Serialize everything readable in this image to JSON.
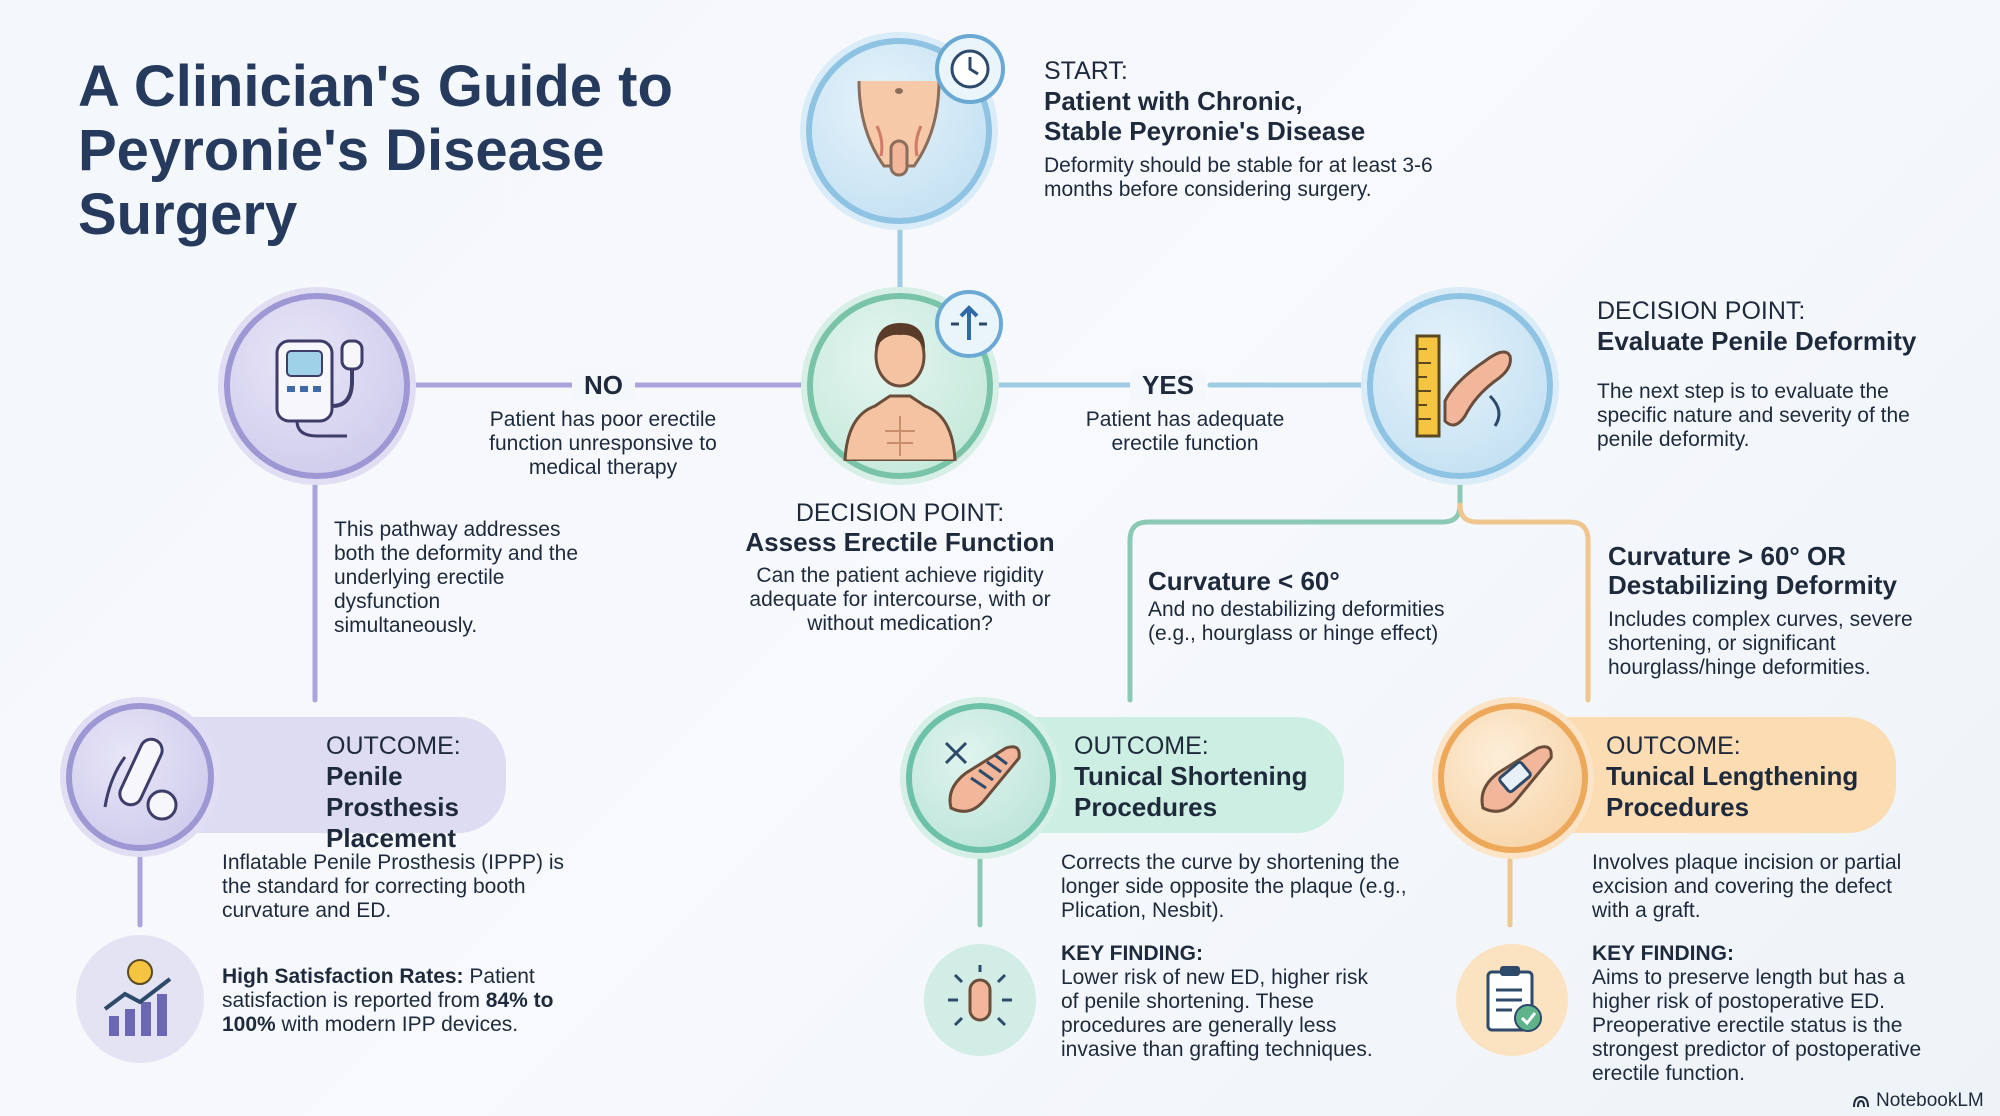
{
  "title": "A Clinician's Guide to Peyronie's Disease Surgery",
  "start": {
    "label": "START:",
    "title_line1": "Patient with Chronic,",
    "title_line2": "Stable Peyronie's Disease",
    "desc": "Deformity should be stable for at least 3-6 months before considering surgery."
  },
  "assess": {
    "label": "DECISION POINT:",
    "title": "Assess Erectile Function",
    "desc": "Can the patient achieve rigidity adequate for intercourse, with or without medication?"
  },
  "no_branch": {
    "label": "NO",
    "desc": "Patient has poor erectile function unresponsive to medical therapy"
  },
  "yes_branch": {
    "label": "YES",
    "desc": "Patient has adequate erectile function"
  },
  "evaluate": {
    "label": "DECISION POINT:",
    "title": "Evaluate Penile Deformity",
    "desc": "The next step is to evaluate the specific nature and severity of the penile deformity."
  },
  "pathway_note": "This pathway addresses both the deformity and the underlying erectile dysfunction simultaneously.",
  "curv_low": {
    "title": "Curvature < 60°",
    "desc": "And no destabilizing deformities (e.g., hourglass or hinge effect)"
  },
  "curv_high": {
    "title_line1": "Curvature > 60° OR",
    "title_line2": "Destabilizing Deformity",
    "desc": "Includes complex curves, severe shortening, or significant hourglass/hinge deformities."
  },
  "outcome_prosthesis": {
    "label": "OUTCOME:",
    "title_line1": "Penile Prosthesis",
    "title_line2": "Placement",
    "desc": "Inflatable Penile Prosthesis (IPPP) is the standard for correcting booth curvature and ED.",
    "finding_bold": "High Satisfaction Rates:",
    "finding_text": " Patient satisfaction is reported from ",
    "finding_bold2": "84% to 100%",
    "finding_text2": " with modern IPP devices."
  },
  "outcome_shortening": {
    "label": "OUTCOME:",
    "title_line1": "Tunical Shortening",
    "title_line2": "Procedures",
    "desc": "Corrects the curve by shortening the longer side opposite the plaque (e.g., Plication, Nesbit).",
    "finding_label": "KEY FINDING:",
    "finding_text": "Lower risk of new ED, higher risk of penile shortening. These procedures are generally less invasive than grafting techniques."
  },
  "outcome_lengthening": {
    "label": "OUTCOME:",
    "title_line1": "Tunical Lengthening",
    "title_line2": "Procedures",
    "desc": "Involves plaque incision or partial excision and covering the defect with a graft.",
    "finding_label": "KEY FINDING:",
    "finding_text": "Aims to preserve length but has a higher risk of postoperative ED. Preoperative erectile status is the strongest predictor of postoperative erectile function."
  },
  "watermark": "NotebookLM",
  "icons": {
    "start": "pelvis-anatomy-icon",
    "assess": "male-torso-icon",
    "evaluate": "ruler-measure-icon",
    "prosthesis": "pump-device-icon",
    "shortening": "suture-icon",
    "lengthening": "graft-icon"
  },
  "colors": {
    "blue": "#8fc3e3",
    "green": "#79c4a8",
    "purple": "#9d97d4",
    "orange": "#eea859",
    "teal": "#6cc1a8"
  }
}
